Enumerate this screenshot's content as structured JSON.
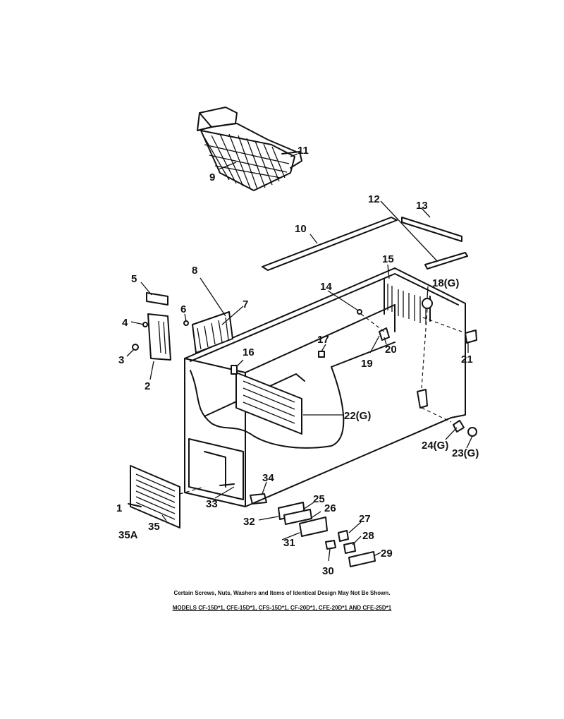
{
  "diagram": {
    "callouts": {
      "c1": "1",
      "c2": "2",
      "c3": "3",
      "c4": "4",
      "c5": "5",
      "c6": "6",
      "c7": "7",
      "c8": "8",
      "c9": "9",
      "c10": "10",
      "c11": "11",
      "c12": "12",
      "c13": "13",
      "c14": "14",
      "c15": "15",
      "c16": "16",
      "c17": "17",
      "c18": "18(G)",
      "c19": "19",
      "c20": "20",
      "c21": "21",
      "c22": "22(G)",
      "c23": "23(G)",
      "c24": "24(G)",
      "c25": "25",
      "c26": "26",
      "c27": "27",
      "c28": "28",
      "c29": "29",
      "c30": "30",
      "c31": "31",
      "c32": "32",
      "c33": "33",
      "c34": "34",
      "c35": "35",
      "c35a": "35A"
    },
    "note": "Certain Screws, Nuts, Washers and Items of Identical Design May Not Be Shown.",
    "models": "MODELS CF-15D*1, CFE-15D*1, CFS-15D*1, CF-20D*1, CFE-20D*1 AND CFE-25D*1"
  }
}
